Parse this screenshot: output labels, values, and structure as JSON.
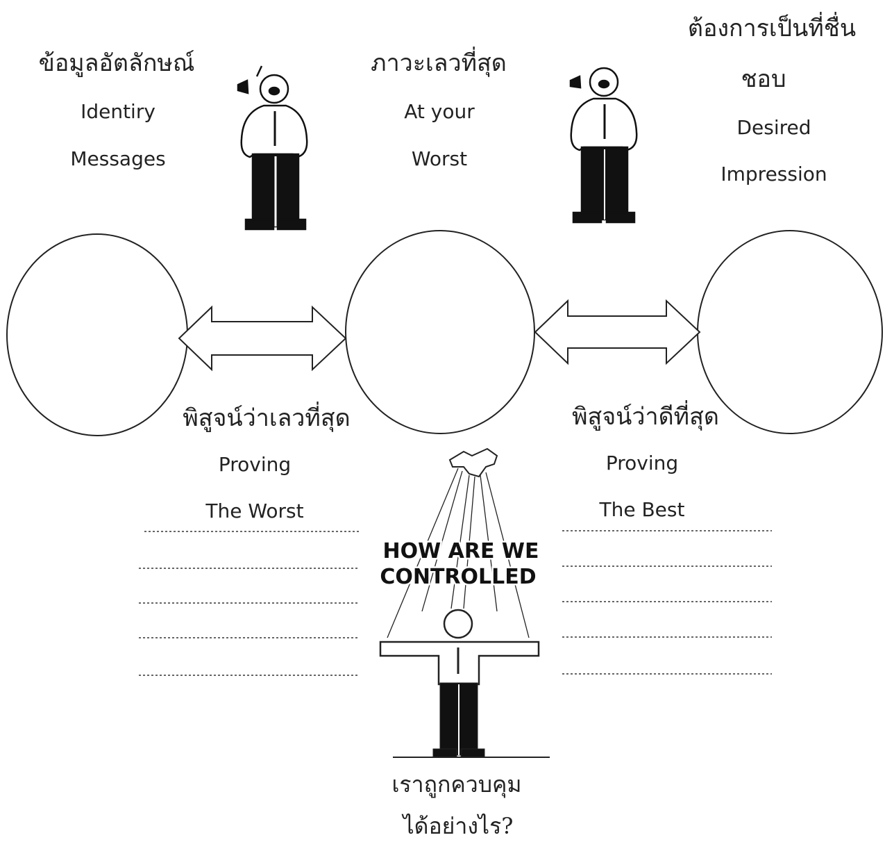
{
  "top_left": {
    "thai": "ข้อมูลอัตลักษณ์",
    "en1": "Identiry",
    "en2": "Messages"
  },
  "top_center": {
    "thai": "ภาวะเลวที่สุด",
    "en1": "At your",
    "en2": "Worst"
  },
  "top_right": {
    "thai1": "ต้องการเป็นที่ชื่น",
    "thai2": "ชอบ",
    "en1": "Desired",
    "en2": "Impression"
  },
  "prove_worst": {
    "thai": "พิสูจน์ว่าเลวที่สุด",
    "en1": "Proving",
    "en2": "The Worst"
  },
  "prove_best": {
    "thai": "พิสูจน์ว่าดีที่สุด",
    "en1": "Proving",
    "en2": "The Best"
  },
  "puppet": {
    "line1": "HOW ARE WE",
    "line2": "CONTROLLED"
  },
  "bottom": {
    "thai1": "เราถูกควบคุม",
    "thai2": "ได้อย่างไร?"
  },
  "icons": [
    "person-with-megaphone-icon",
    "person-with-megaphone-icon",
    "marionette-icon",
    "double-arrow-icon"
  ]
}
